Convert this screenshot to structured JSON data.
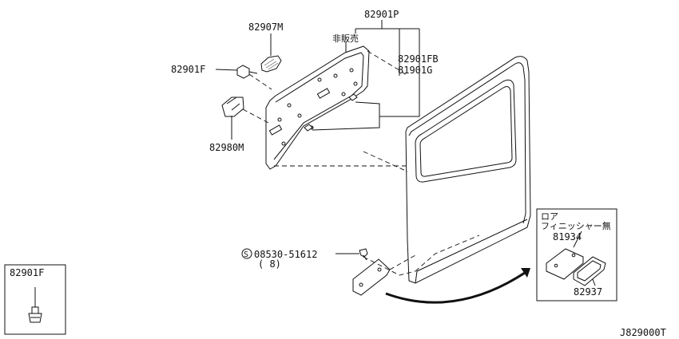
{
  "labels": {
    "p82901P": "82901P",
    "not_for_sale": "非販売",
    "p82907M": "82907M",
    "p82901F_top": "82901F",
    "p82901FB": "82901FB",
    "p81901G": "81901G",
    "p82980M": "82980M",
    "screw_symbol": "S",
    "screw_part": "08530-51612",
    "screw_qty": "( 8)",
    "lower_finisher_line1": "ロア",
    "lower_finisher_line2": "フィニッシャー無",
    "p81934": "81934",
    "p82937": "82937",
    "inset_82901F": "82901F",
    "diagram_code": "J829000T"
  }
}
